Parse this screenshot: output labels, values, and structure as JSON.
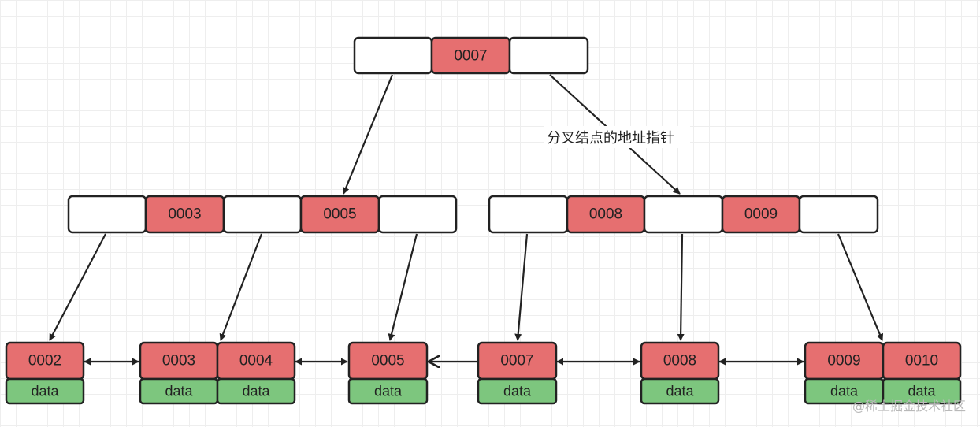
{
  "colors": {
    "key_cell": "#e66f70",
    "empty_cell": "#ffffff",
    "data_cell": "#7dc67e",
    "stroke": "#222222"
  },
  "root": {
    "keys": [
      "0007"
    ]
  },
  "internal_left": {
    "keys": [
      "0003",
      "0005"
    ]
  },
  "internal_right": {
    "keys": [
      "0008",
      "0009"
    ]
  },
  "leaves": [
    {
      "keys": [
        "0002"
      ],
      "data": [
        "data"
      ]
    },
    {
      "keys": [
        "0003",
        "0004"
      ],
      "data": [
        "data",
        "data"
      ]
    },
    {
      "keys": [
        "0005"
      ],
      "data": [
        "data"
      ]
    },
    {
      "keys": [
        "0007"
      ],
      "data": [
        "data"
      ]
    },
    {
      "keys": [
        "0008"
      ],
      "data": [
        "data"
      ]
    },
    {
      "keys": [
        "0009",
        "0010"
      ],
      "data": [
        "data",
        "data"
      ]
    }
  ],
  "pointer_label": "分叉结点的地址指针",
  "watermark": "@稀土掘金技术社区"
}
